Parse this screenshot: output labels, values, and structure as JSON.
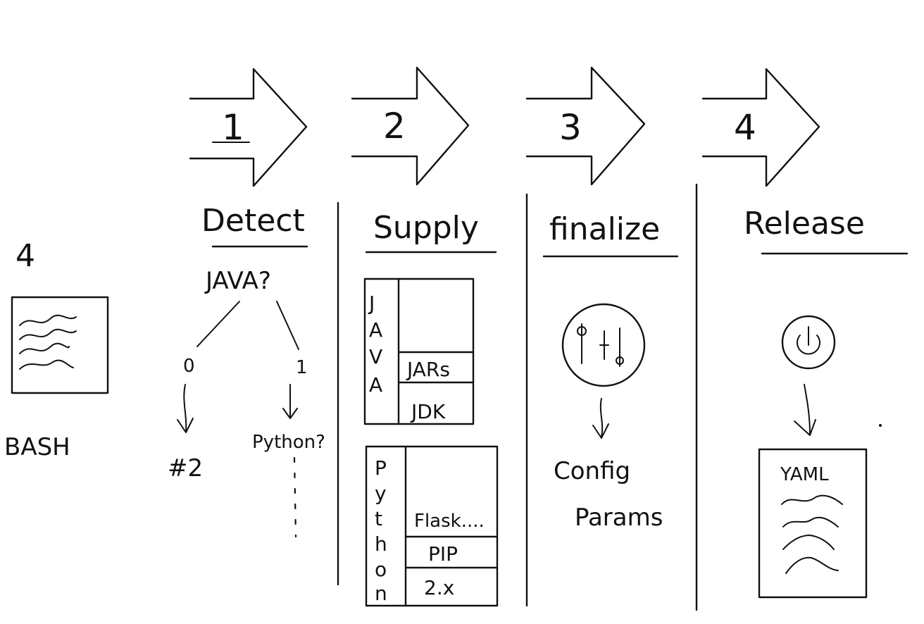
{
  "overview": {
    "count": "4",
    "script_label": "BASH"
  },
  "steps": [
    {
      "number": "1",
      "title": "Detect"
    },
    {
      "number": "2",
      "title": "Supply"
    },
    {
      "number": "3",
      "title": "finalize"
    },
    {
      "number": "4",
      "title": "Release"
    }
  ],
  "detect": {
    "question": "JAVA?",
    "no_value": "0",
    "yes_value": "1",
    "no_result": "#2",
    "yes_result": "Python?"
  },
  "supply": {
    "java": {
      "letters": [
        "J",
        "A",
        "V",
        "A"
      ],
      "layers": [
        "JARs",
        "JDK"
      ]
    },
    "python": {
      "letters": [
        "P",
        "y",
        "t",
        "h",
        "o",
        "n"
      ],
      "layers": [
        "Flask....",
        "PIP",
        "2.x"
      ]
    }
  },
  "finalize": {
    "line1": "Config",
    "line2": "Params"
  },
  "release": {
    "file_label": "YAML"
  }
}
